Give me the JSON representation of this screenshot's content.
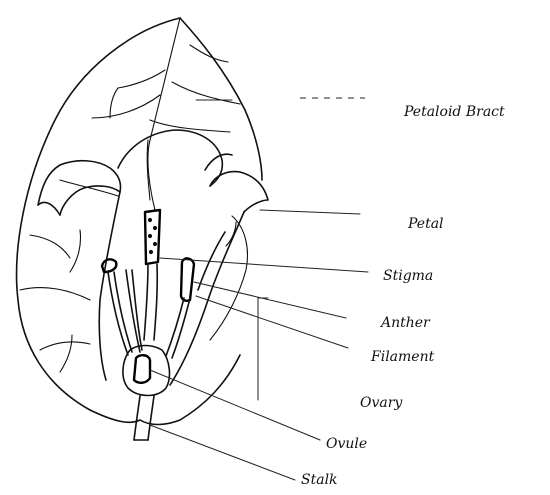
{
  "diagram": {
    "labels": {
      "petaloid_bract": "Petaloid Bract",
      "petal": "Petal",
      "stigma": "Stigma",
      "anther": "Anther",
      "filament": "Filament",
      "ovary": "Ovary",
      "ovule": "Ovule",
      "stalk": "Stalk"
    }
  }
}
